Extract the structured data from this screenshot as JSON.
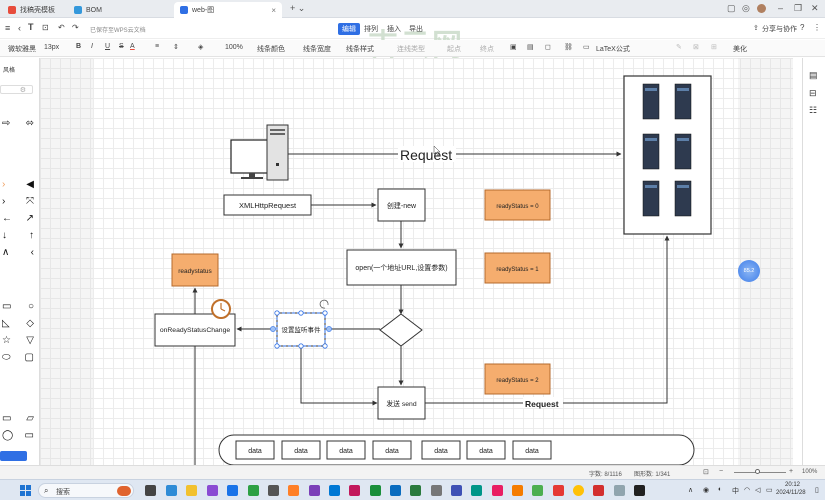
{
  "tabs": [
    {
      "label": "找稿壳模板",
      "color": "#e74c3c"
    },
    {
      "label": "BOM",
      "color": "#3498db"
    },
    {
      "label": "web-图",
      "color": "#2f6fe4"
    }
  ],
  "toolbar1": {
    "save_status": "已保存至WPS云文档",
    "menus": [
      "编辑",
      "排列",
      "插入",
      "导出"
    ],
    "active_menu": "编辑",
    "share": "分享与协作"
  },
  "toolbar2": {
    "font": "微软雅黑",
    "size": "13px",
    "zoom": "100%",
    "line_color": "线条颜色",
    "line_width": "线条宽度",
    "line_style": "线条样式",
    "connector": "连线类型",
    "start": "起点",
    "end": "终点",
    "latex": "LaTeX公式",
    "beautify": "美化"
  },
  "watermark": "吉云网",
  "sidebar": {
    "title": "风格"
  },
  "diagram": {
    "request_top": "Request",
    "request_bottom": "Request",
    "xml": "XMLHttpRequest",
    "create": "创建-new",
    "open": "open(一个地址URL,设置参数)",
    "listen": "设置监听事件",
    "send": "发送 send",
    "onready": "onReadyStatusChange",
    "readystatus": "readystatus",
    "rs0": "readyStatus = 0",
    "rs1": "readyStatus = 1",
    "rs2": "readyStatus = 2",
    "data": [
      "data",
      "data",
      "data",
      "data",
      "data",
      "data",
      "data"
    ],
    "float_badge": "85.2"
  },
  "status": {
    "words": "字数: 8/1116",
    "shapes": "图形数: 1/341",
    "zoom": "100%"
  },
  "taskbar": {
    "search": "搜索",
    "time": "20:12",
    "date": "2024/11/28"
  },
  "colors": {
    "accent": "#2f6fe4",
    "orange": "#f5ad6e"
  }
}
